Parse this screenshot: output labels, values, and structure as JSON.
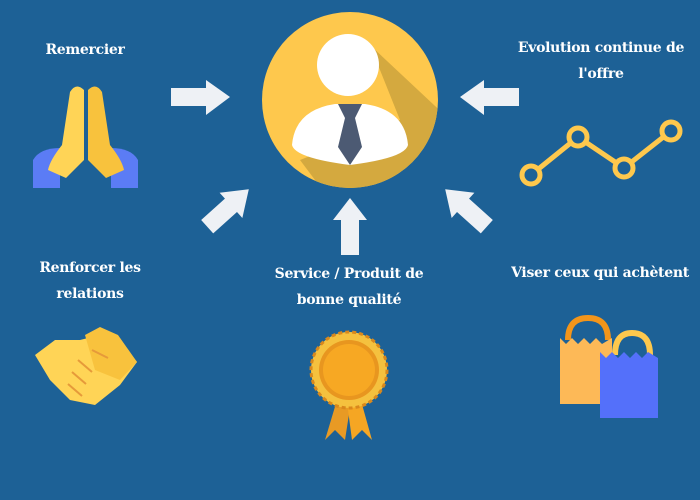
{
  "center": {
    "icon": "businessman-icon"
  },
  "items": [
    {
      "label": "Remercier",
      "icon": "praying-hands-icon"
    },
    {
      "label": "Evolution continue de l'offre",
      "line1": "Evolution continue de",
      "line2": "l'offre",
      "icon": "growth-line-icon"
    },
    {
      "label": "Renforcer les relations",
      "line1": "Renforcer les",
      "line2": "relations",
      "icon": "handshake-icon"
    },
    {
      "label": "Service / Produit de bonne qualité",
      "line1": "Service / Produit de",
      "line2": "bonne qualité",
      "icon": "award-medal-icon"
    },
    {
      "label": "Viser ceux qui achètent",
      "icon": "shopping-bags-icon"
    }
  ],
  "colors": {
    "background": "#1d6196",
    "circle": "#fec84d",
    "shadow": "#d4a93f",
    "tie": "#4c5a73",
    "arrow": "#eef1f5"
  }
}
